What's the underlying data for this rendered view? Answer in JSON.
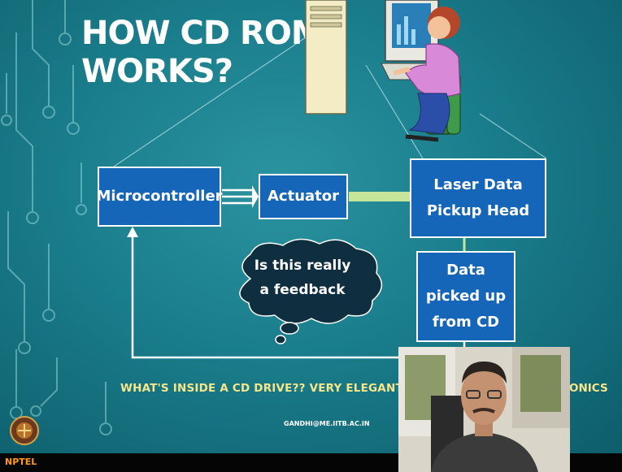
{
  "slide": {
    "title_line1": "HOW CD ROM",
    "title_line2": "WORKS?",
    "boxes": {
      "microcontroller": "Microcontroller",
      "actuator": "Actuator",
      "laser_line1": "Laser Data",
      "laser_line2": "Pickup Head",
      "data_line1": "Data",
      "data_line2": "picked up",
      "data_line3": "from CD"
    },
    "cloud": {
      "line1": "Is this really",
      "line2": "a feedback"
    },
    "footer_text": "WHAT'S INSIDE A CD DRIVE??  VERY ELEGANT SYSTE",
    "footer_tail": "ONICS",
    "email": "GANDHI@ME.IITB.AC.IN"
  },
  "branding": {
    "nptel_label": "NPTEL"
  },
  "colors": {
    "box_fill": "#1565b8",
    "cloud_fill": "#0f2f40",
    "footer_text": "#f6e58a",
    "link_green": "#c7e59a"
  },
  "icons": [
    "computer-user-clipart",
    "institute-logo"
  ]
}
